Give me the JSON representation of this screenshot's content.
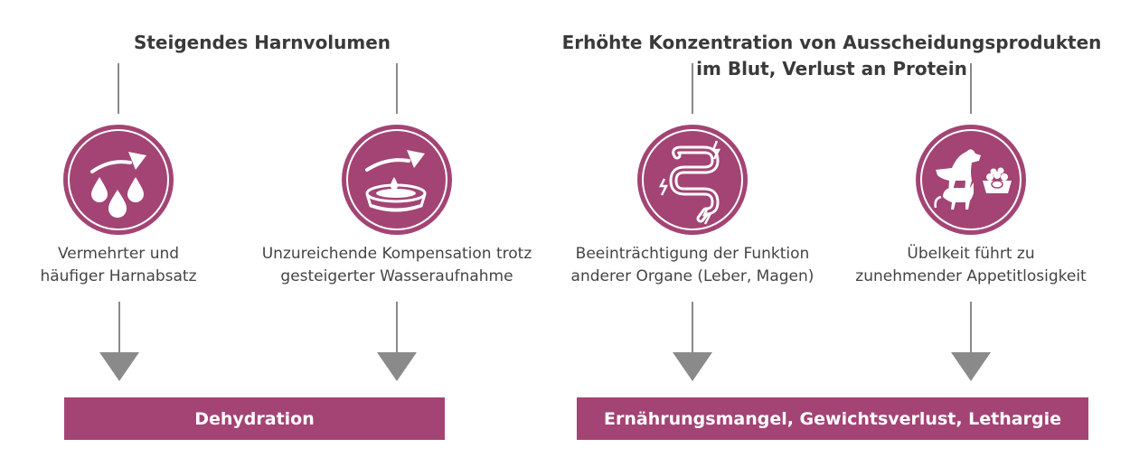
{
  "left": {
    "heading": "Steigendes Harnvolumen",
    "items": [
      {
        "icon": "drops-arrow-icon",
        "lines": [
          "Vermehrter und",
          "häufiger Harnabsatz"
        ]
      },
      {
        "icon": "water-bowl-arrow-icon",
        "lines": [
          "Unzureichende Kompensation trotz",
          "gesteigerter Wasseraufnahme"
        ]
      }
    ],
    "result": "Dehydration"
  },
  "right": {
    "heading_lines": [
      "Erhöhte Konzentration von Ausscheidungsprodukten",
      "im Blut, Verlust an Protein"
    ],
    "items": [
      {
        "icon": "intestine-icon",
        "lines": [
          "Beeinträchtigung der Funktion",
          "anderer Organe (Leber, Magen)"
        ]
      },
      {
        "icon": "dog-cat-food-bowl-icon",
        "lines": [
          "Übelkeit führt zu",
          "zunehmender Appetitlosigkeit"
        ]
      }
    ],
    "result": "Ernährungsmangel, Gewichtsverlust, Lethargie"
  },
  "colors": {
    "accent": "#a34474",
    "line": "#8a8a8a",
    "text": "#444444"
  }
}
